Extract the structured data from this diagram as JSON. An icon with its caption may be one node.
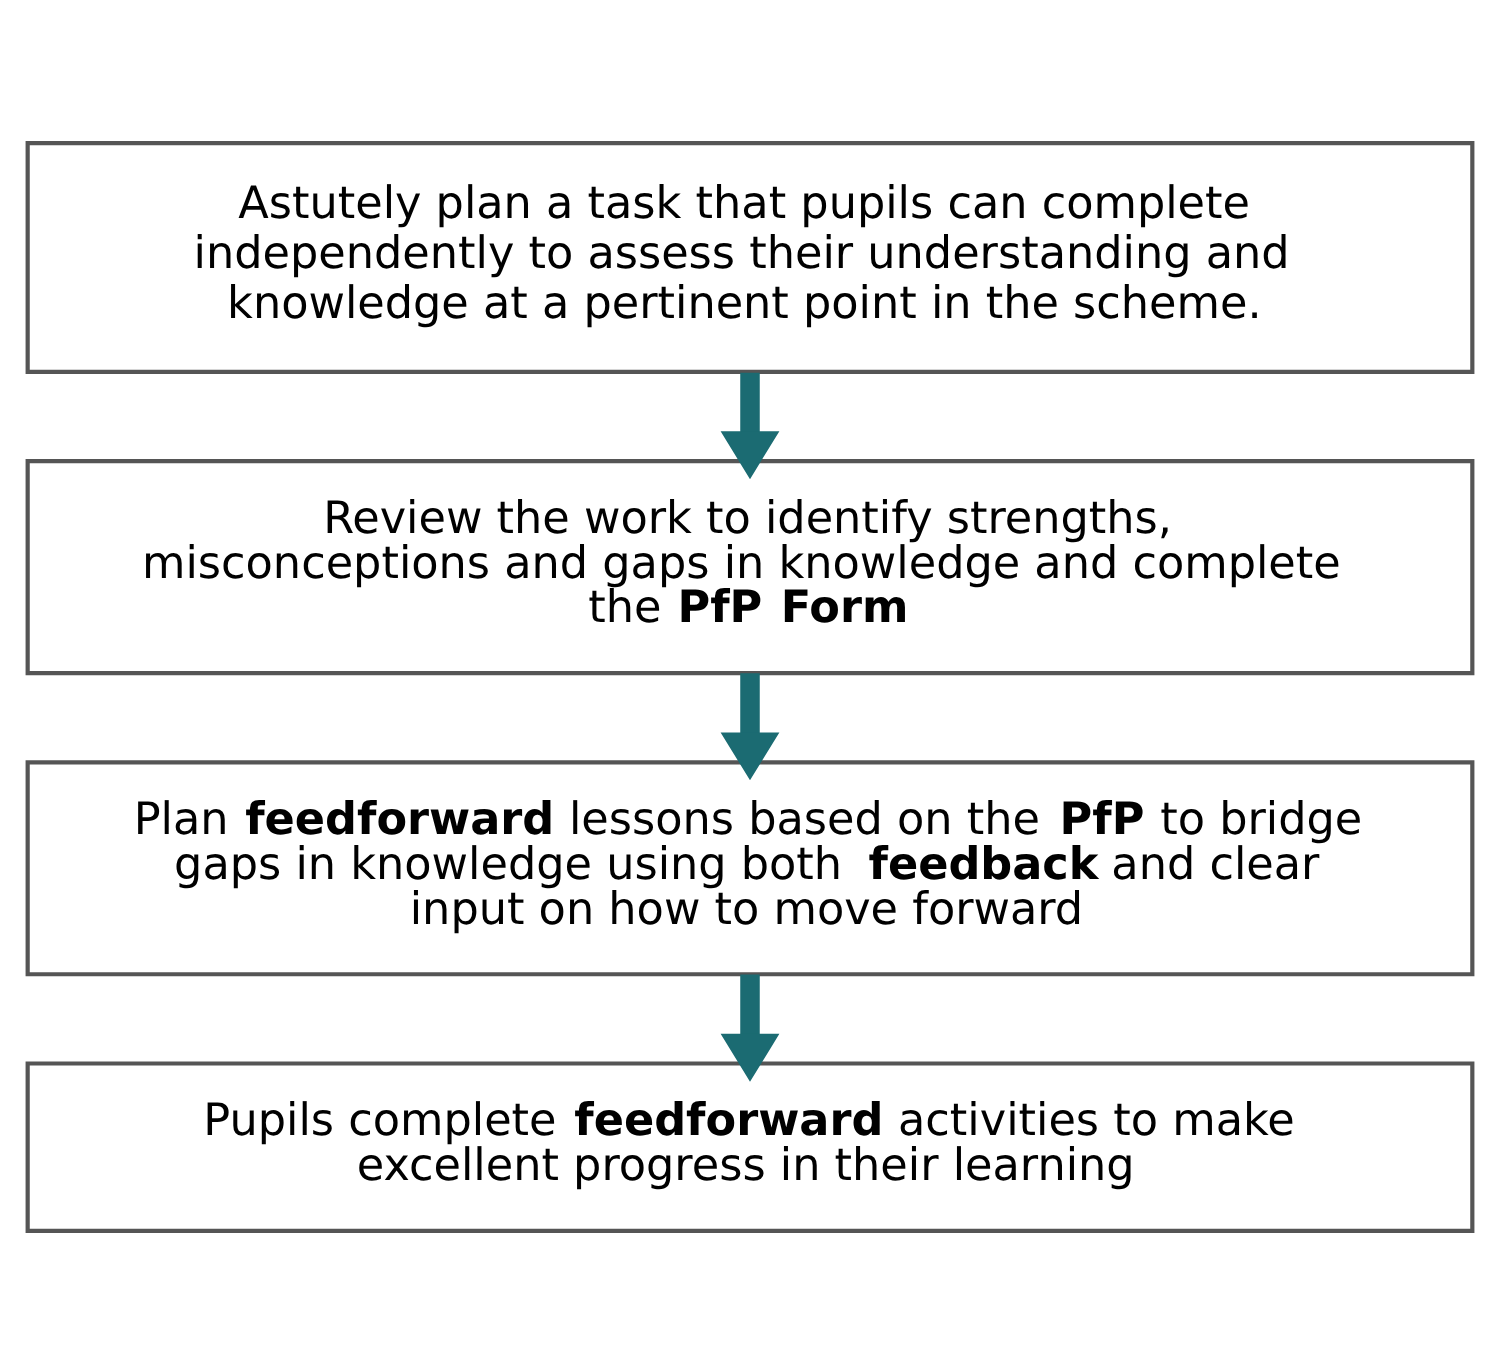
{
  "diagram": {
    "nodes": [
      {
        "text": [
          "Astutely plan a task that pupils can complete independently to assess their understanding and knowledge at a pertinent point in the scheme."
        ]
      },
      {
        "text": [
          "Review the work to identify strengths, misconceptions and gaps in knowledge and complete the **PfP Form**"
        ]
      },
      {
        "text": [
          "Plan **feedforward** lessons based on the **PfP** to bridge gaps in knowledge using both **feedback** and clear input on how to move forward"
        ]
      },
      {
        "text": [
          "Pupils complete **feedforward** activities to make excellent progress in their learning"
        ]
      }
    ],
    "edges": [
      {
        "from": 0,
        "to": 1,
        "arrow": "to"
      },
      {
        "from": 1,
        "to": 2,
        "arrow": "to"
      },
      {
        "from": 2,
        "to": 3,
        "arrow": "to"
      }
    ]
  }
}
